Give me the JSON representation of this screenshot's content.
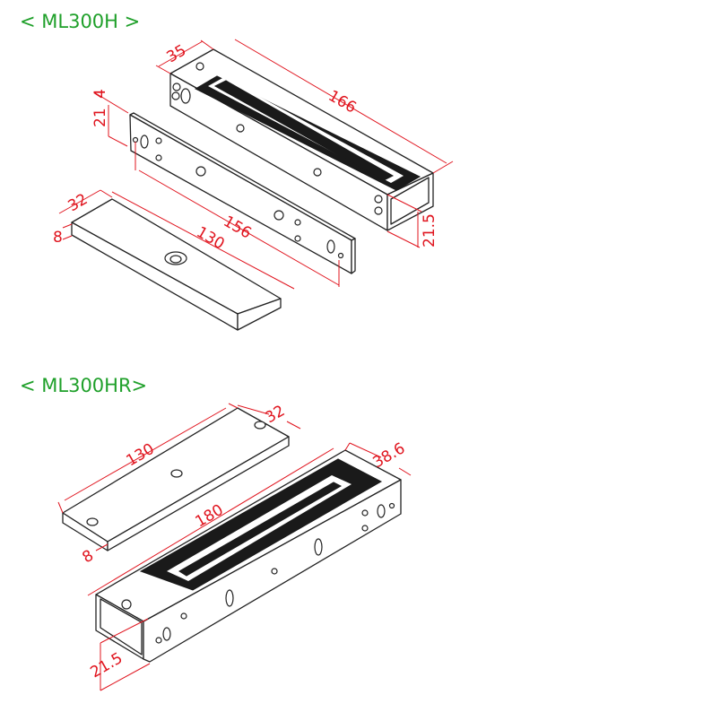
{
  "models": [
    {
      "title": "< ML300H >",
      "dimensions": {
        "magnet_width": "35",
        "magnet_length": "166",
        "magnet_height": "21.5",
        "bracket_thickness": "4",
        "bracket_height": "21",
        "bracket_hole_spacing": "156",
        "plate_width": "32",
        "plate_thickness": "8",
        "plate_length": "130"
      }
    },
    {
      "title": "< ML300HR>",
      "dimensions": {
        "plate_width": "32",
        "plate_length": "130",
        "plate_thickness": "8",
        "magnet_length": "180",
        "magnet_width": "38.6",
        "magnet_height": "21.5"
      }
    }
  ],
  "colors": {
    "title": "#1fa02a",
    "dimension": "#e0141e",
    "outline": "#222222"
  }
}
